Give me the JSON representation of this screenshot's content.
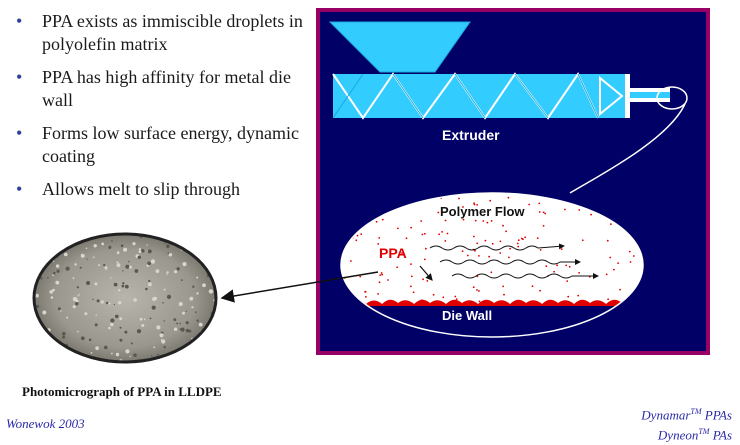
{
  "bullets": [
    "PPA exists as immiscible droplets in polyolefin matrix",
    "PPA has high affinity for metal die wall",
    "Forms low surface energy, dynamic coating",
    "Allows melt to slip through"
  ],
  "diagram": {
    "extruder_label": "Extruder",
    "polymer_flow_label": "Polymer Flow",
    "ppa_label": "PPA",
    "die_wall_label": "Die Wall"
  },
  "caption": "Photomicrograph of PPA in LLDPE",
  "credit": "Wonewok 2003",
  "brands": {
    "line1_name": "Dynamar",
    "line1_suffix": "PPAs",
    "line2_name": "Dyneon",
    "line2_suffix": "PAs",
    "tm": "TM"
  },
  "colors": {
    "panel_bg": "#000066",
    "panel_border": "#990066",
    "extruder_fill": "#33ccff",
    "die_wall": "#e00000",
    "ppa_text": "#e00000",
    "bullet_dot": "#2f3f9e",
    "credit_text": "#2a2aa8"
  }
}
